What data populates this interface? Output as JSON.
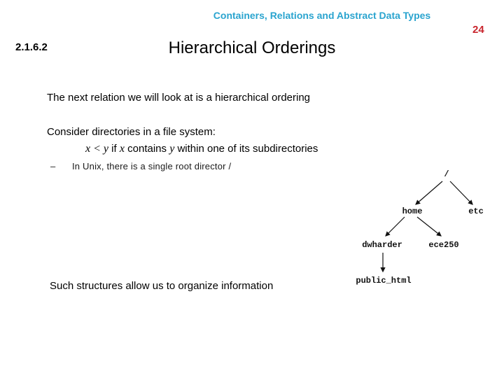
{
  "slide": {
    "header_title": "Containers, Relations and Abstract Data Types",
    "page_number": "24",
    "section_number": "2.1.6.2",
    "title": "Hierarchical Orderings"
  },
  "colors": {
    "header_blue": "#2aa4cf",
    "page_number_red": "#c9252d",
    "body_text": "#000000"
  },
  "body": {
    "intro": "The next relation we will look at is a hierarchical ordering",
    "consider": "Consider directories in a file system:",
    "relation": {
      "x1": "x",
      "op": " < ",
      "y1": "y",
      "if_word": " if ",
      "x2": "x",
      "contains_word": " contains ",
      "y2": "y",
      "rest": " within one of its subdirectories"
    },
    "bullet": {
      "marker": "–",
      "text": "In Unix, there is a single root director /"
    },
    "closing": "Such structures allow us to organize information"
  },
  "tree": {
    "nodes": [
      {
        "id": "root",
        "label": "/"
      },
      {
        "id": "home",
        "label": "home"
      },
      {
        "id": "etc",
        "label": "etc"
      },
      {
        "id": "dwharder",
        "label": "dwharder"
      },
      {
        "id": "ece250",
        "label": "ece250"
      },
      {
        "id": "public_html",
        "label": "public_html"
      }
    ],
    "edges": [
      {
        "from": "/",
        "to": "home"
      },
      {
        "from": "/",
        "to": "etc"
      },
      {
        "from": "home",
        "to": "dwharder"
      },
      {
        "from": "home",
        "to": "ece250"
      },
      {
        "from": "dwharder",
        "to": "public_html"
      }
    ]
  }
}
